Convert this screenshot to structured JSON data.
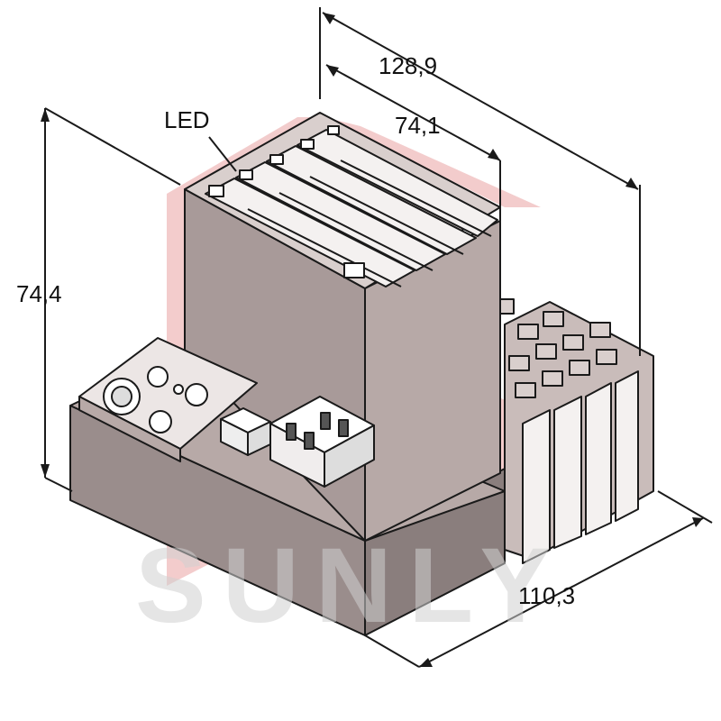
{
  "dimensions": {
    "overall_depth": "128,9",
    "module_depth": "74,1",
    "height": "74,4",
    "width": "110,3"
  },
  "callouts": {
    "led": "LED"
  },
  "watermark": {
    "text": "SUNLY"
  },
  "colors": {
    "line": "#1a1a1a",
    "housing_dark": "#9a8d8c",
    "housing_mid": "#b7a9a7",
    "housing_light": "#d9cfcd",
    "module_face": "#f4f1f0",
    "watermark_red": "#e06666",
    "watermark_gray": "#cfcfcf"
  }
}
